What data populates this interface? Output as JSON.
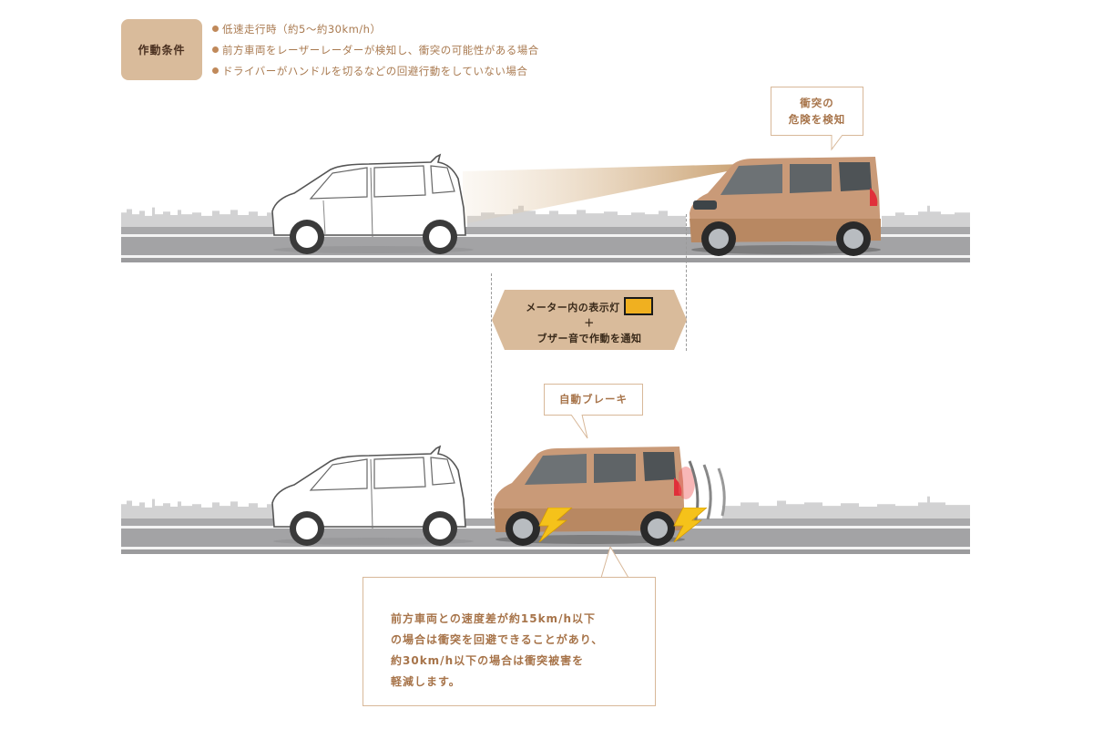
{
  "conditions": {
    "label": "作動条件",
    "items": [
      "低速走行時（約5〜約30km/h）",
      "前方車両をレーザーレーダーが検知し、衝突の可能性がある場合",
      "ドライバーがハンドルを切るなどの回避行動をしていない場合"
    ],
    "bullet_color": "#c0895a",
    "badge_color": "#d9bb9b"
  },
  "scene_top": {
    "callout": [
      "衝突の",
      "危険を検知"
    ],
    "lead_car": "white-outline-car",
    "own_car": "bronze-kei-car",
    "beam": "laser-radar-beam"
  },
  "notification": {
    "line1": "メーター内の表示灯",
    "plus": "＋",
    "line2": "ブザー音で作動を通知",
    "icon": "collision-warning-lamp-icon",
    "fill_color": "#d9bb9b"
  },
  "scene_bottom": {
    "callout": "自動ブレーキ",
    "lead_car": "white-outline-car",
    "own_car": "bronze-kei-car-braking",
    "effects": [
      "brake-lightning-icon",
      "brake-lightning-icon",
      "motion-arcs"
    ]
  },
  "info": {
    "lines": [
      "前方車両との速度差が約15km/h以下",
      "の場合は衝突を回避できることがあり、",
      "約30km/h以下の場合は衝突被害を",
      "軽減します。"
    ]
  },
  "colors": {
    "text_accent": "#a7744a",
    "border": "#d8b899",
    "car_body": "#c89a78",
    "road": "#a3a3a5",
    "skyline": "#d2d2d3"
  }
}
